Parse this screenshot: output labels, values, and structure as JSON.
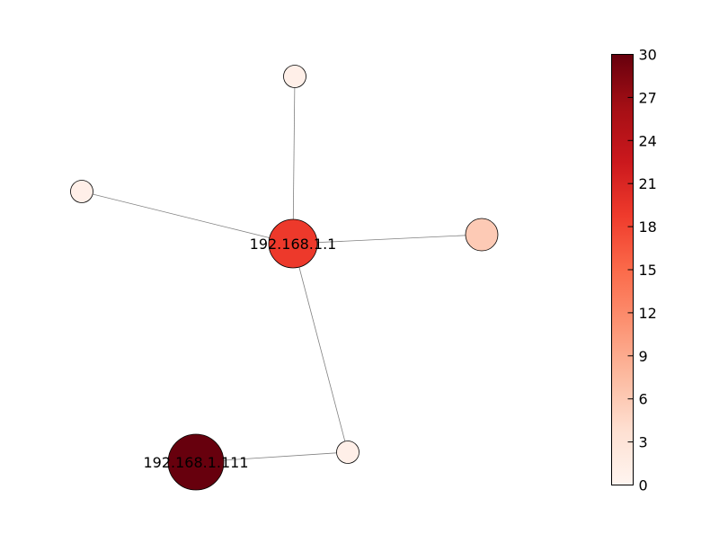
{
  "graph": {
    "nodes": [
      {
        "id": "hub",
        "label": "192.168.1.1",
        "value": 19
      },
      {
        "id": "top",
        "label": "",
        "value": 1
      },
      {
        "id": "left",
        "label": "",
        "value": 1
      },
      {
        "id": "right",
        "label": "",
        "value": 6
      },
      {
        "id": "bridge",
        "label": "",
        "value": 1
      },
      {
        "id": "host111",
        "label": "192.168.1.111",
        "value": 30
      }
    ],
    "edges": [
      {
        "from": "hub",
        "to": "top"
      },
      {
        "from": "hub",
        "to": "left"
      },
      {
        "from": "hub",
        "to": "right"
      },
      {
        "from": "hub",
        "to": "bridge"
      },
      {
        "from": "bridge",
        "to": "host111"
      }
    ]
  },
  "colorbar": {
    "colormap": "Reds",
    "min": 0,
    "max": 30,
    "ticks": [
      "0",
      "3",
      "6",
      "9",
      "12",
      "15",
      "18",
      "21",
      "24",
      "27",
      "30"
    ],
    "colors": {
      "stops": [
        "#fff5f0",
        "#fee0d2",
        "#fcbba1",
        "#fc9272",
        "#fb6a4a",
        "#ef3b2c",
        "#cb181d",
        "#a50f15",
        "#67000d"
      ]
    }
  },
  "style": {
    "edge_color": "#808080",
    "node_border": "#000000"
  }
}
